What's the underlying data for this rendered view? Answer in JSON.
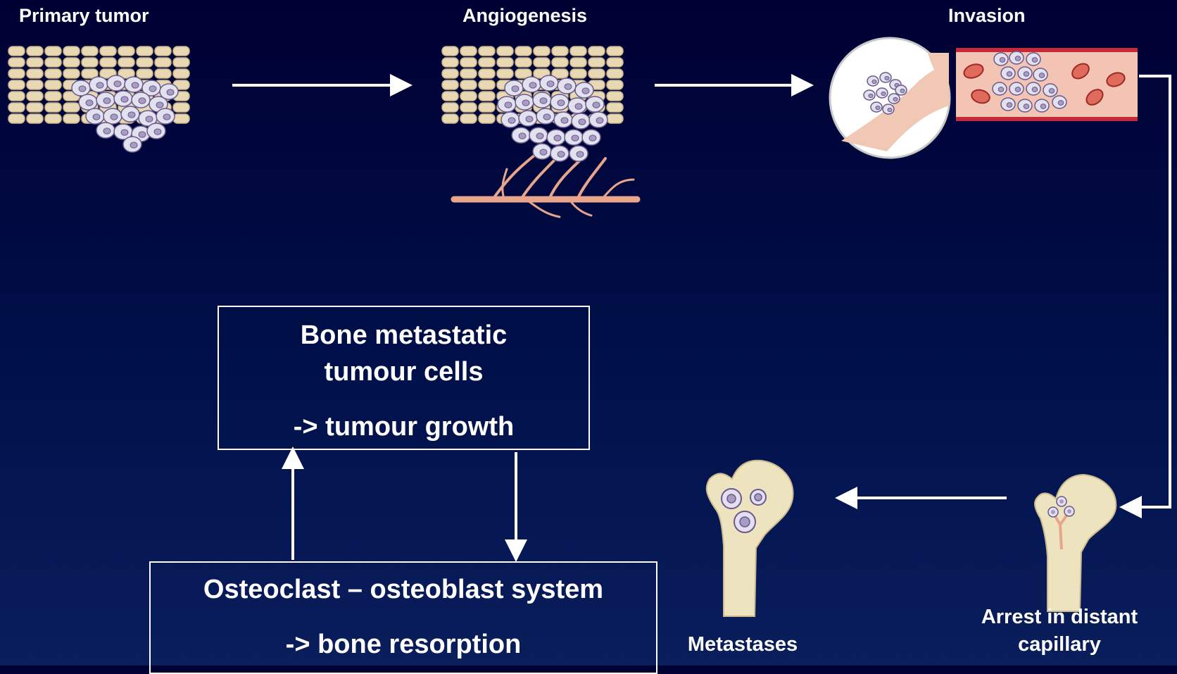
{
  "stages": {
    "primary_tumor": "Primary tumor",
    "angiogenesis": "Angiogenesis",
    "invasion": "Invasion",
    "arrest_line1": "Arrest in distant",
    "arrest_line2": "capillary",
    "metastases": "Metastases"
  },
  "tumour_box": {
    "line1": "Bone metastatic",
    "line2": "tumour cells",
    "line3": "-> tumour growth"
  },
  "osteo_box": {
    "line1": "Osteoclast – osteoblast system",
    "line2": "-> bone resorption"
  },
  "colors": {
    "background": "#000033",
    "arrow": "#ffffff",
    "tissue": "#e9d8b4",
    "tumor_cell": "#e2e2ee",
    "nucleus": "#a89cc4",
    "vessel": "#e8a58c",
    "red_cell": "#e06a5c",
    "bone": "#eee3bf"
  }
}
